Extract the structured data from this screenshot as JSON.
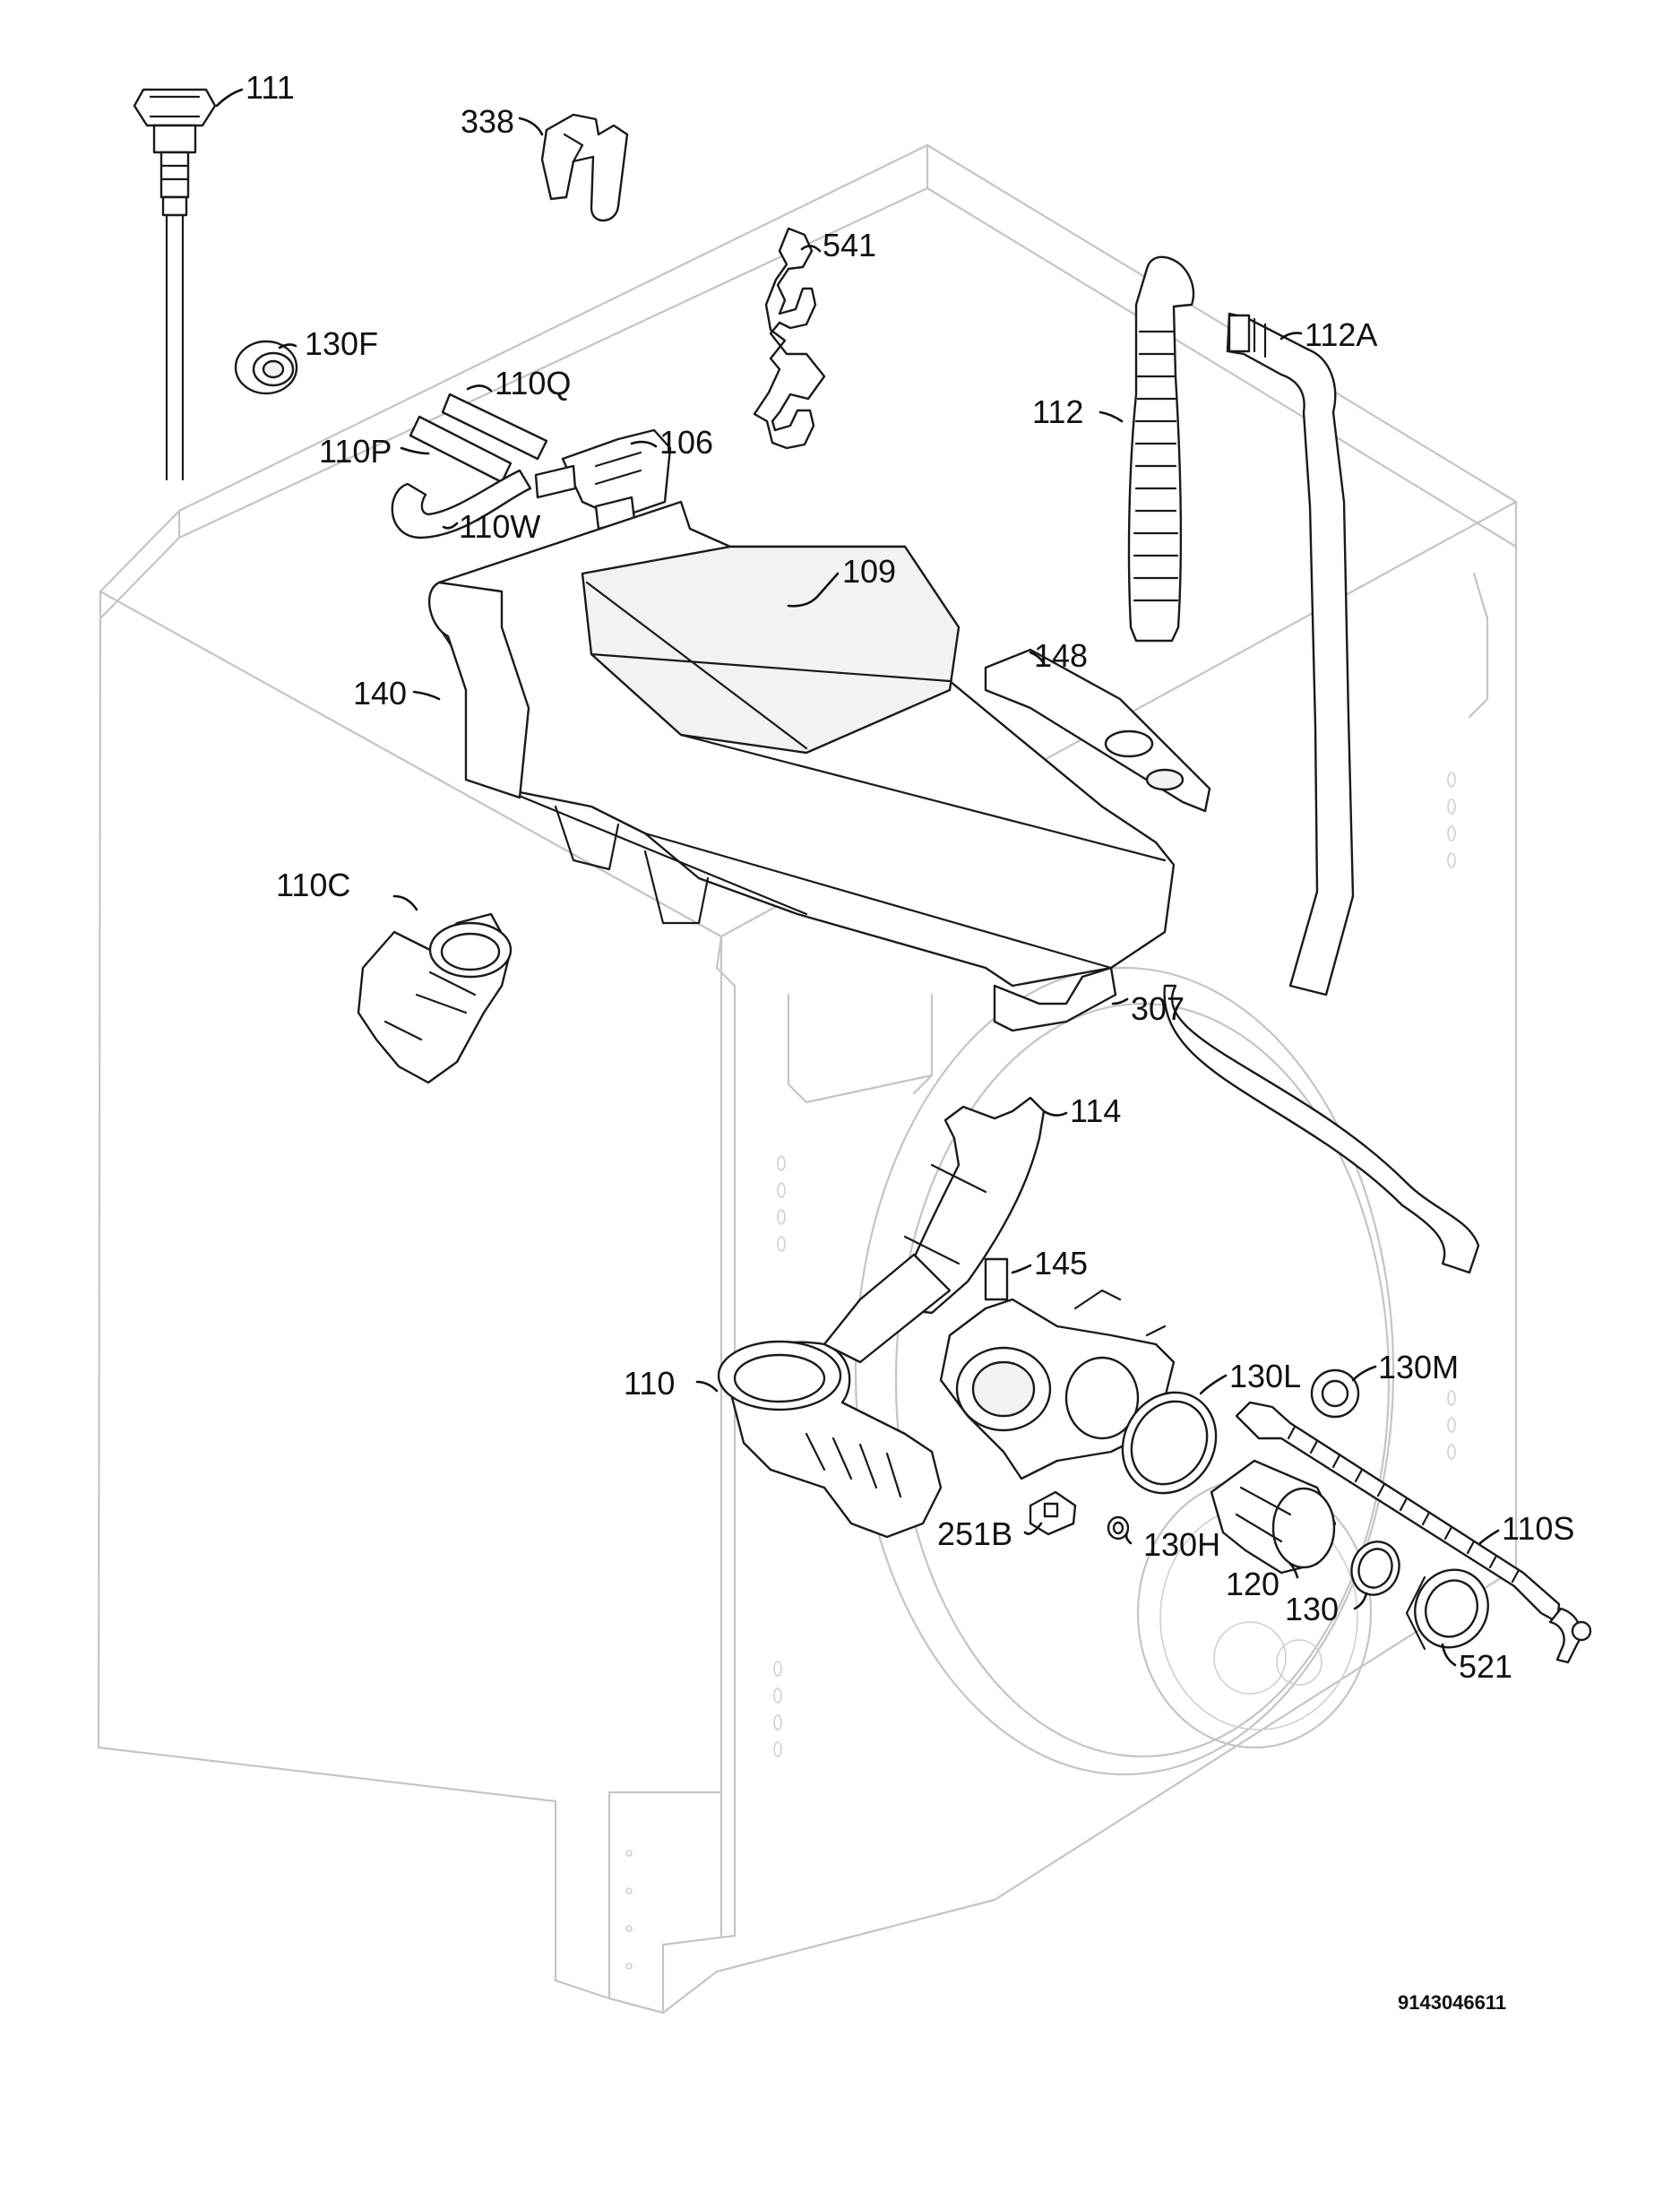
{
  "diagram": {
    "drawing_number": "9143046611",
    "part_labels": [
      {
        "id": "111",
        "text": "111"
      },
      {
        "id": "338",
        "text": "338"
      },
      {
        "id": "541",
        "text": "541"
      },
      {
        "id": "130F",
        "text": "130F"
      },
      {
        "id": "110Q",
        "text": "110Q"
      },
      {
        "id": "110P",
        "text": "110P"
      },
      {
        "id": "106",
        "text": "106"
      },
      {
        "id": "110W",
        "text": "110W"
      },
      {
        "id": "112A",
        "text": "112A"
      },
      {
        "id": "112",
        "text": "112"
      },
      {
        "id": "109",
        "text": "109"
      },
      {
        "id": "148",
        "text": "148"
      },
      {
        "id": "140",
        "text": "140"
      },
      {
        "id": "110C",
        "text": "110C"
      },
      {
        "id": "307",
        "text": "307"
      },
      {
        "id": "114",
        "text": "114"
      },
      {
        "id": "145",
        "text": "145"
      },
      {
        "id": "110",
        "text": "110"
      },
      {
        "id": "130L",
        "text": "130L"
      },
      {
        "id": "130M",
        "text": "130M"
      },
      {
        "id": "251B",
        "text": "251B"
      },
      {
        "id": "130H",
        "text": "130H"
      },
      {
        "id": "110S",
        "text": "110S"
      },
      {
        "id": "120",
        "text": "120"
      },
      {
        "id": "130",
        "text": "130"
      },
      {
        "id": "521",
        "text": "521"
      }
    ]
  }
}
